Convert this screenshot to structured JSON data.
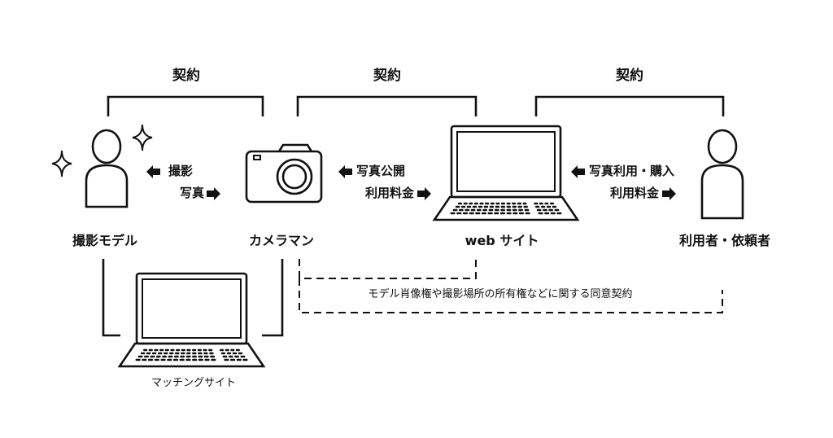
{
  "colors": {
    "line": "#111111",
    "background": "#ffffff"
  },
  "contracts": {
    "left_label": "契約",
    "middle_label": "契約",
    "right_label": "契約"
  },
  "nodes": {
    "model": {
      "label": "撮影モデル",
      "icon": "person-with-sparkles-icon"
    },
    "photographer": {
      "label": "カメラマン",
      "icon": "camera-icon"
    },
    "website": {
      "label": "web サイト",
      "icon": "laptop-icon"
    },
    "user": {
      "label": "利用者・依頼者",
      "icon": "person-icon"
    },
    "matching_site": {
      "label": "マッチングサイト",
      "icon": "laptop-icon"
    }
  },
  "flows": {
    "model_photographer": {
      "to_model": "撮影",
      "to_photographer": "写真"
    },
    "photographer_website": {
      "to_photographer": "写真公開",
      "to_website": "利用料金"
    },
    "website_user": {
      "to_website": "写真利用・購入",
      "to_user": "利用料金"
    }
  },
  "consent_agreement": "モデル肖像権や撮影場所の所有権などに関する同意契約"
}
